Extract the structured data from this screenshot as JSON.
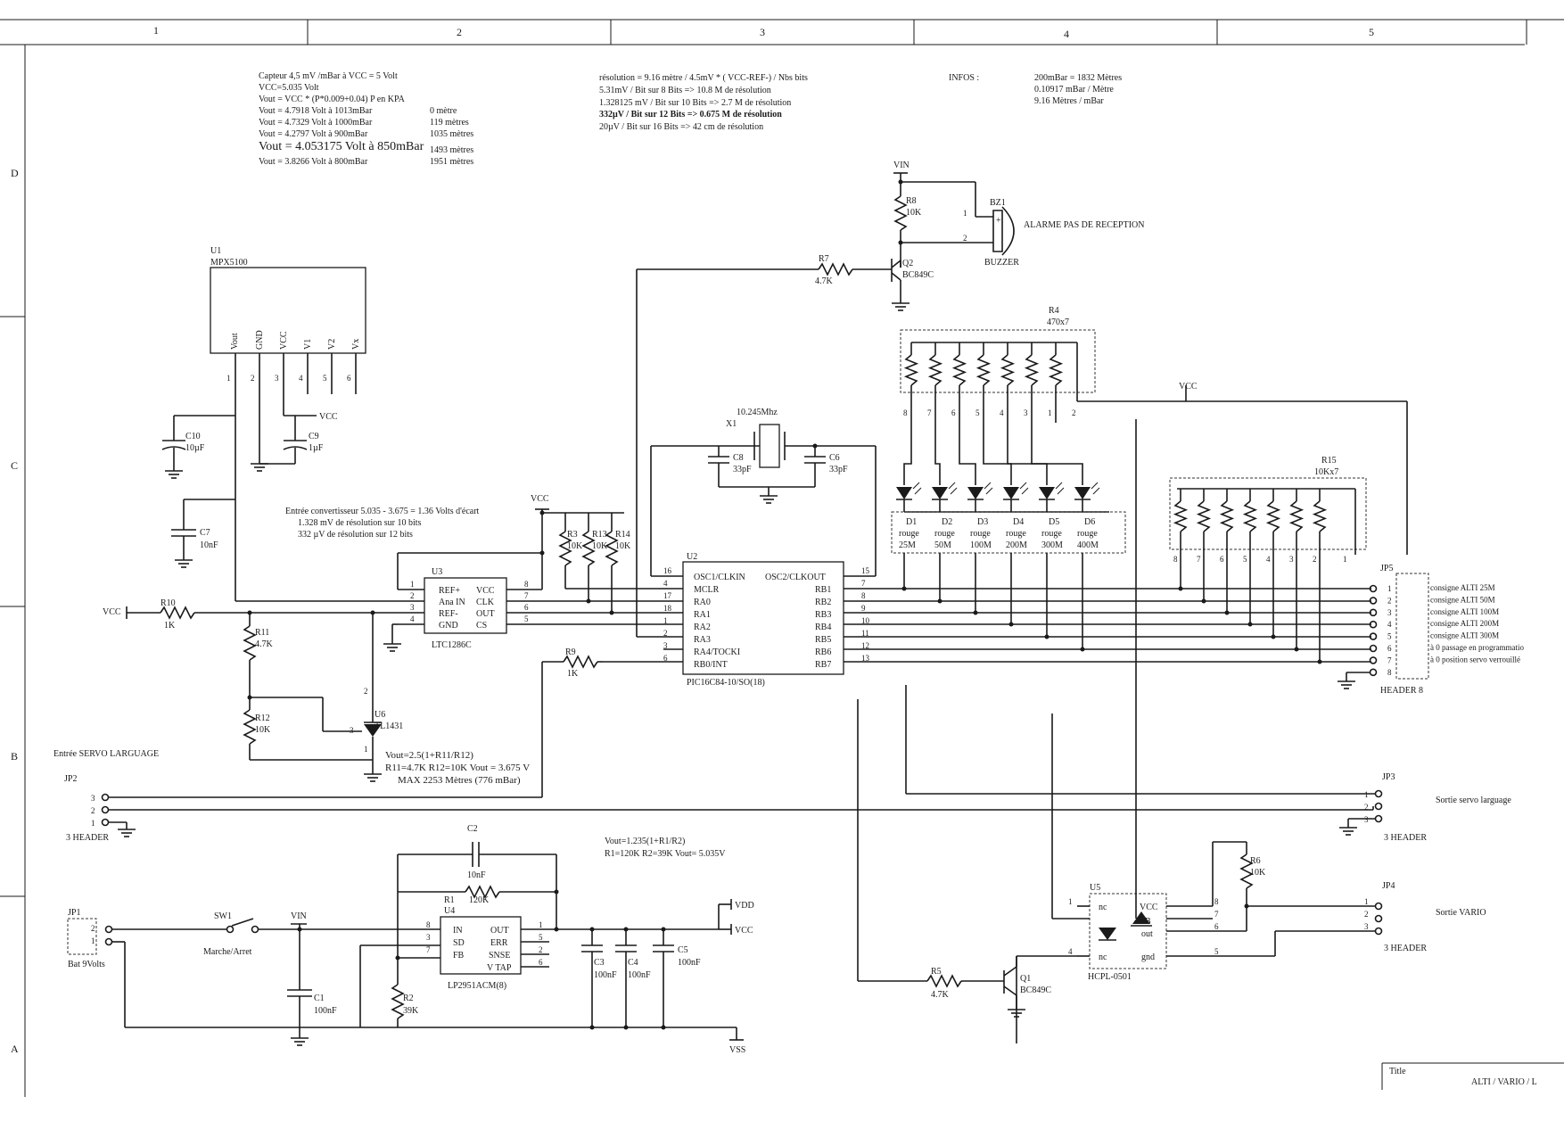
{
  "frame": {
    "columns": [
      "1",
      "2",
      "3",
      "4",
      "5"
    ],
    "rows": [
      "D",
      "C",
      "B",
      "A"
    ]
  },
  "notes": {
    "sensor": [
      "Capteur 4,5 mV /mBar à VCC = 5 Volt",
      "VCC=5.035 Volt",
      "Vout = VCC * (P*0.009+0.04)   P en KPA",
      "Vout = 4.7918 Volt à 1013mBar",
      "Vout = 4.7329 Volt à 1000mBar",
      "Vout = 4.2797 Volt à 900mBar",
      "Vout = 4.053175 Volt à 850mBar",
      "Vout = 3.8266 Volt à 800mBar"
    ],
    "sensor_alt": [
      "0 mètre",
      "119 mètres",
      "1035 mètres",
      "1493 mètres",
      "1951 mètres"
    ],
    "resolution": [
      "résolution = 9.16 mètre / 4.5mV * ( VCC-REF-) / Nbs bits",
      "5.31mV / Bit sur 8 Bits => 10.8 M de résolution",
      "1.328125 mV / Bit sur 10 Bits => 2.7 M de résolution",
      "332µV / Bit sur 12 Bits => 0.675 M de résolution",
      "20µV / Bit sur 16 Bits => 42 cm de résolution"
    ],
    "infos_label": "INFOS :",
    "infos": [
      "200mBar = 1832 Mètres",
      "0.10917 mBar / Mètre",
      "9.16 Mètres / mBar"
    ],
    "converter": [
      "Entrée convertisseur 5.035 - 3.675 = 1.36 Volts d'écart",
      "1.328 mV de résolution sur 10 bits",
      "332 µV de résolution sur 12 bits"
    ],
    "ref": [
      "Vout=2.5(1+R11/R12)",
      "R11=4.7K R12=10K Vout = 3.675 V",
      "MAX 2253 Mètres (776 mBar)"
    ],
    "regulator": [
      "Vout=1.235(1+R1/R2)",
      "R1=120K R2=39K Vout= 5.035V"
    ]
  },
  "u1": {
    "ref": "U1",
    "part": "MPX5100",
    "pins": [
      "Vout",
      "GND",
      "VCC",
      "V1",
      "V2",
      "Vx"
    ],
    "nums": [
      "1",
      "2",
      "3",
      "4",
      "5",
      "6"
    ]
  },
  "u2": {
    "ref": "U2",
    "part": "PIC16C84-10/SO(18)",
    "left_pins": [
      "OSC1/CLKIN",
      "MCLR",
      "RA0",
      "RA1",
      "RA2",
      "RA3",
      "RA4/TOCKI",
      "RB0/INT"
    ],
    "left_nums": [
      "16",
      "4",
      "17",
      "18",
      "1",
      "2",
      "3",
      "6"
    ],
    "right_pins": [
      "OSC2/CLKOUT",
      "RB1",
      "RB2",
      "RB3",
      "RB4",
      "RB5",
      "RB6",
      "RB7"
    ],
    "right_nums": [
      "15",
      "7",
      "8",
      "9",
      "10",
      "11",
      "12",
      "13"
    ]
  },
  "u3": {
    "ref": "U3",
    "part": "LTC1286C",
    "left_pins": [
      "REF+",
      "Ana IN",
      "REF-",
      "GND"
    ],
    "left_nums": [
      "1",
      "2",
      "3",
      "4"
    ],
    "right_pins": [
      "VCC",
      "CLK",
      "OUT",
      "CS"
    ],
    "right_nums": [
      "8",
      "7",
      "6",
      "5"
    ]
  },
  "u4": {
    "ref": "U4",
    "part": "LP2951ACM(8)",
    "left_pins": [
      "IN",
      "SD",
      "FB"
    ],
    "left_nums": [
      "8",
      "3",
      "7"
    ],
    "right_pins": [
      "OUT",
      "ERR",
      "SNSE",
      "V TAP"
    ],
    "right_nums": [
      "1",
      "5",
      "2",
      "6"
    ]
  },
  "u5": {
    "ref": "U5",
    "part": "HCPL-0501",
    "pins": [
      "nc",
      "nc",
      "VCC",
      "B",
      "out",
      "gnd"
    ],
    "nums": [
      "1",
      "4",
      "8",
      "7",
      "6",
      "5"
    ]
  },
  "u6": {
    "ref": "U6",
    "part": "TL1431",
    "nums": [
      "2",
      "3",
      "1"
    ]
  },
  "xtal": {
    "ref": "X1",
    "value": "10.245Mhz"
  },
  "buzzer": {
    "ref": "BZ1",
    "part": "BUZZER",
    "label": "ALARME PAS DE RECEPTION",
    "nums": [
      "1",
      "2"
    ],
    "plus": "+"
  },
  "q1": {
    "ref": "Q1",
    "part": "BC849C"
  },
  "q2": {
    "ref": "Q2",
    "part": "BC849C"
  },
  "r4": {
    "ref": "R4",
    "value": "470x7",
    "nums": [
      "8",
      "7",
      "6",
      "5",
      "4",
      "3",
      "2",
      "1"
    ]
  },
  "r15": {
    "ref": "R15",
    "value": "10Kx7",
    "nums": [
      "8",
      "7",
      "6",
      "5",
      "4",
      "3",
      "2",
      "1"
    ]
  },
  "leds": [
    {
      "ref": "D1",
      "color": "rouge",
      "label": "25M"
    },
    {
      "ref": "D2",
      "color": "rouge",
      "label": "50M"
    },
    {
      "ref": "D3",
      "color": "rouge",
      "label": "100M"
    },
    {
      "ref": "D4",
      "color": "rouge",
      "label": "200M"
    },
    {
      "ref": "D5",
      "color": "rouge",
      "label": "300M"
    },
    {
      "ref": "D6",
      "color": "rouge",
      "label": "400M"
    }
  ],
  "resistors": {
    "r1": {
      "ref": "R1",
      "value": "120K"
    },
    "r2": {
      "ref": "R2",
      "value": "39K"
    },
    "r3": {
      "ref": "R3",
      "value": "10K"
    },
    "r5": {
      "ref": "R5",
      "value": "4.7K"
    },
    "r6": {
      "ref": "R6",
      "value": "10K"
    },
    "r7": {
      "ref": "R7",
      "value": "4.7K"
    },
    "r8": {
      "ref": "R8",
      "value": "10K"
    },
    "r9": {
      "ref": "R9",
      "value": "1K"
    },
    "r10": {
      "ref": "R10",
      "value": "1K"
    },
    "r11": {
      "ref": "R11",
      "value": "4.7K"
    },
    "r12": {
      "ref": "R12",
      "value": "10K"
    },
    "r13": {
      "ref": "R13",
      "value": "10K"
    },
    "r14": {
      "ref": "R14",
      "value": "10K"
    }
  },
  "caps": {
    "c1": {
      "ref": "C1",
      "value": "100nF"
    },
    "c2": {
      "ref": "C2",
      "value": "10nF"
    },
    "c3": {
      "ref": "C3",
      "value": "100nF"
    },
    "c4": {
      "ref": "C4",
      "value": "100nF"
    },
    "c5": {
      "ref": "C5",
      "value": "100nF"
    },
    "c6": {
      "ref": "C6",
      "value": "33pF"
    },
    "c7": {
      "ref": "C7",
      "value": "10nF"
    },
    "c8": {
      "ref": "C8",
      "value": "33pF"
    },
    "c9": {
      "ref": "C9",
      "value": "1µF"
    },
    "c10": {
      "ref": "C10",
      "value": "10µF"
    }
  },
  "jp5": {
    "ref": "JP5",
    "part": "HEADER 8",
    "nums": [
      "1",
      "2",
      "3",
      "4",
      "5",
      "6",
      "7",
      "8"
    ],
    "labels": [
      "consigne ALTI 25M",
      "consigne ALTI 50M",
      "consigne ALTI 100M",
      "consigne ALTI 200M",
      "consigne ALTI 300M",
      "à 0 passage en programmatio",
      "à 0 position servo verrouillé"
    ]
  },
  "jp1": {
    "ref": "JP1",
    "label": "Bat 9Volts",
    "nums": [
      "2",
      "1"
    ]
  },
  "jp2": {
    "ref": "JP2",
    "part": "3 HEADER",
    "label": "Entrée SERVO LARGUAGE",
    "nums": [
      "3",
      "2",
      "1"
    ]
  },
  "jp3": {
    "ref": "JP3",
    "part": "3 HEADER",
    "label": "Sortie servo larguage",
    "nums": [
      "1",
      "2",
      "3"
    ]
  },
  "jp4": {
    "ref": "JP4",
    "part": "3 HEADER",
    "label": "Sortie VARIO",
    "nums": [
      "1",
      "2",
      "3"
    ]
  },
  "sw1": {
    "ref": "SW1",
    "label": "Marche/Arret"
  },
  "power": {
    "vcc": "VCC",
    "vin": "VIN",
    "vdd": "VDD",
    "vss": "VSS"
  },
  "title_block": {
    "label": "Title",
    "value": "ALTI / VARIO / L"
  }
}
